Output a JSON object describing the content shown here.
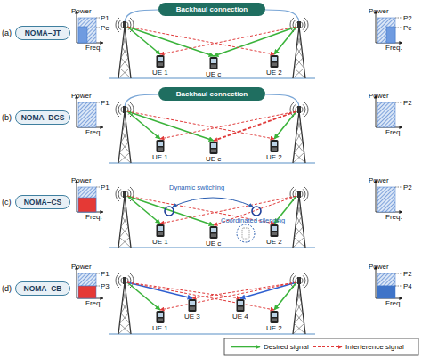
{
  "diagram": {
    "nodes": [
      {
        "text": [
          "Backhaul connection"
        ]
      },
      {
        "text": [
          "NOMA–JT"
        ]
      },
      {
        "text": [
          "Backhaul connection"
        ]
      },
      {
        "text": [
          "NOMA–DCS"
        ]
      },
      {
        "text": [
          "NOMA–CS"
        ]
      },
      {
        "text": [
          "NOMA–CB"
        ]
      }
    ],
    "labels": [
      "(a)",
      "Power",
      "P1",
      "Pc",
      "Freq.",
      "UE 1",
      "UE c",
      "UE 2",
      "Power",
      "P2",
      "Pc",
      "Freq.",
      "(b)",
      "Power",
      "P1",
      "Freq.",
      "UE 1",
      "UE c",
      "UE 2",
      "Power",
      "P2",
      "Freq.",
      "(c)",
      "Power",
      "P1",
      "Freq.",
      "Dynamic switching",
      "UE 1",
      "UE c",
      "Coordinated silencing",
      "UE 2",
      "Power",
      "P2",
      "Freq.",
      "(d)",
      "Power",
      "P1",
      "P3",
      "Freq.",
      "UE 1",
      "UE 3",
      "UE 4",
      "UE 2",
      "Power",
      "P2",
      "P4",
      "Freq."
    ],
    "legend": [
      {
        "text": "Desired signal"
      },
      {
        "text": "Interference signal"
      }
    ]
  }
}
